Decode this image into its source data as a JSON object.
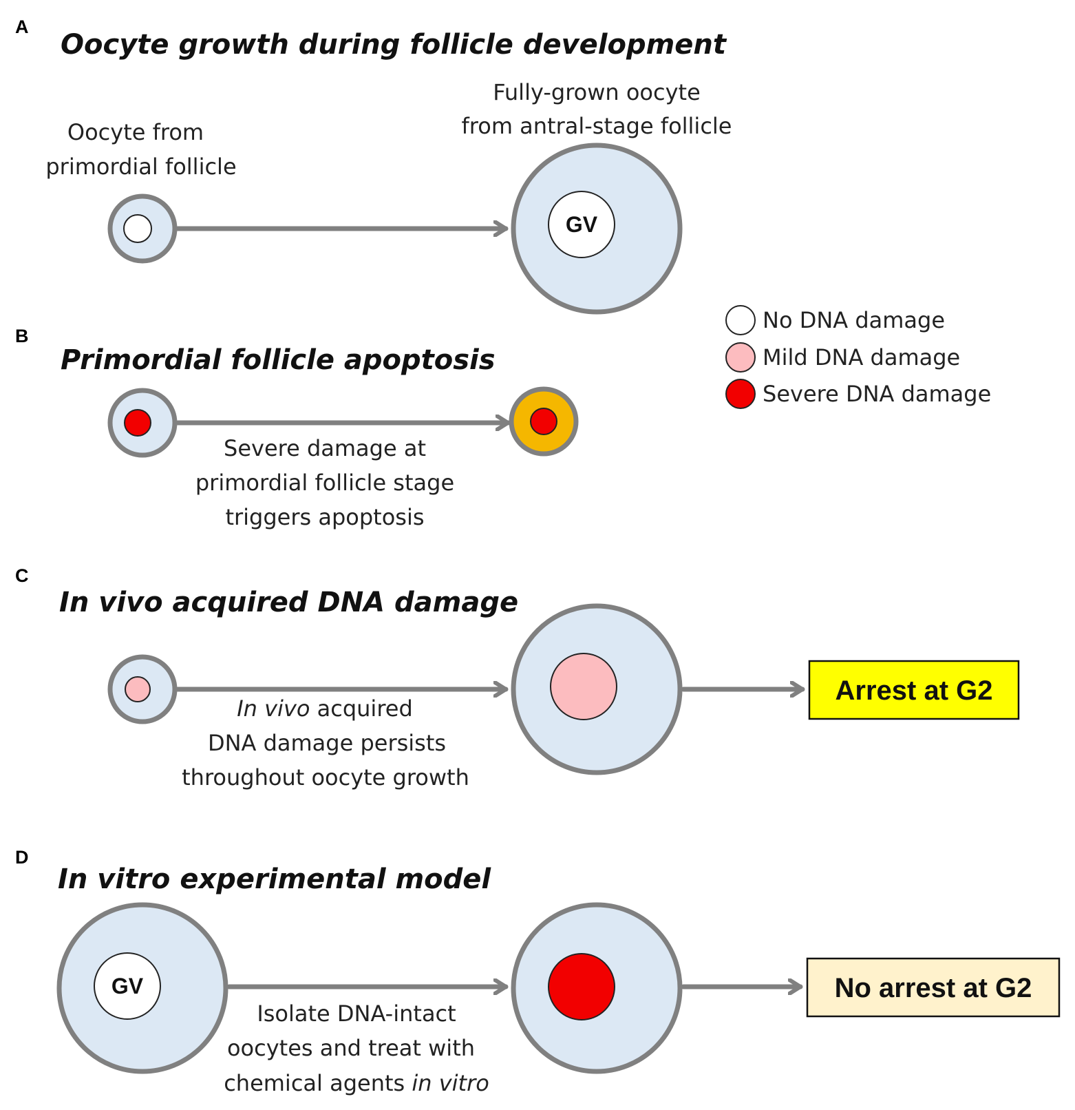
{
  "colors": {
    "cytoplasm": "#dce8f4",
    "outline": "#808080",
    "no_damage": "#ffffff",
    "mild_damage": "#fcbcbf",
    "severe_damage": "#f20000",
    "apoptotic": "#f5b700",
    "arrest_box": "#ffff00",
    "no_arrest_box": "#fff2cc"
  },
  "legend": {
    "items": [
      {
        "label": "No DNA damage",
        "color": "#ffffff"
      },
      {
        "label": "Mild DNA damage",
        "color": "#fcbcbf"
      },
      {
        "label": "Severe DNA damage",
        "color": "#f20000"
      }
    ]
  },
  "panels": {
    "a": {
      "letter": "A",
      "title": "Oocyte growth during follicle development",
      "label_left": [
        "Oocyte from",
        "primordial follicle"
      ],
      "label_right": [
        "Fully-grown oocyte",
        "from antral-stage follicle"
      ],
      "gv": "GV"
    },
    "b": {
      "letter": "B",
      "title": "Primordial follicle apoptosis",
      "caption": [
        "Severe damage at",
        "primordial follicle stage",
        "triggers apoptosis"
      ]
    },
    "c": {
      "letter": "C",
      "title": "In vivo acquired DNA damage",
      "caption_line1_italic": "In vivo",
      "caption_line1_rest": " acquired",
      "caption_line2": "DNA damage persists",
      "caption_line3": "throughout oocyte growth",
      "outcome": "Arrest at G2"
    },
    "d": {
      "letter": "D",
      "title": "In vitro experimental model",
      "gv": "GV",
      "caption_line1": "Isolate DNA-intact",
      "caption_line2": "oocytes and treat with",
      "caption_line3_rest": "chemical agents ",
      "caption_line3_italic": "in vitro",
      "outcome": "No arrest at G2"
    }
  }
}
